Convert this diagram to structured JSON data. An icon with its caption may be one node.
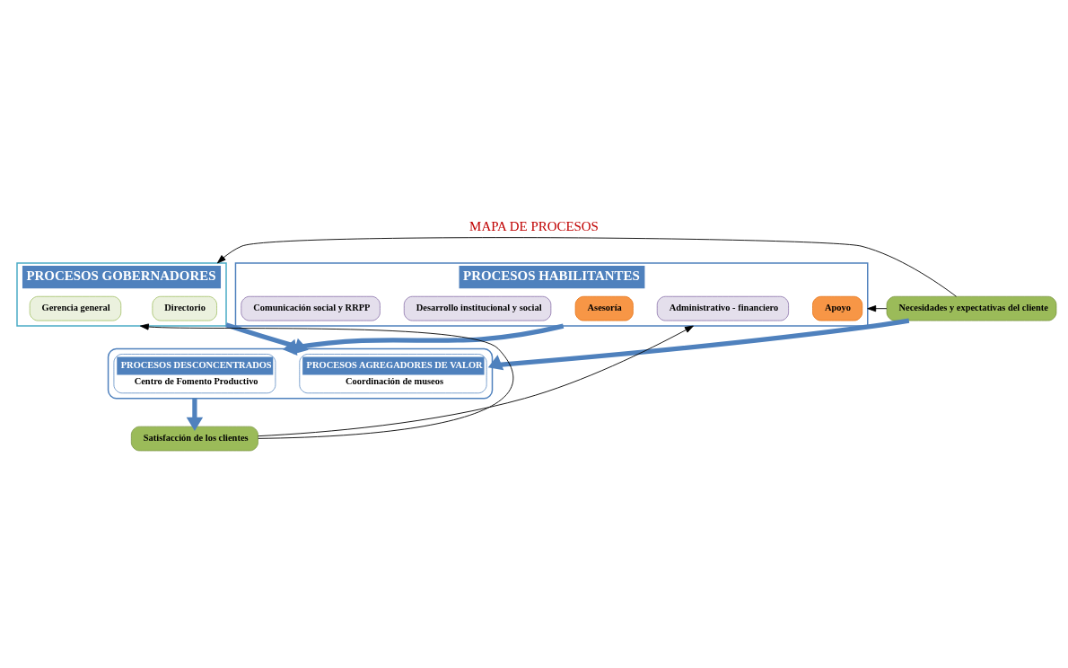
{
  "diagram": {
    "title": "MAPA DE PROCESOS",
    "nodes": [
      {
        "text": [
          "PROCESOS GOBERNADORES"
        ]
      },
      {
        "text": [
          "Directorio"
        ],
        "in": 0
      },
      {
        "text": [
          "Gerencia general"
        ],
        "in": 0
      },
      {
        "text": [],
        "shape": "box"
      },
      {
        "text": [
          "PROCESOS AGREGADORES DE VALOR",
          "Coordinación de museos"
        ],
        "in": 3
      },
      {
        "text": [
          "PROCESOS DESCONCENTRADOS",
          "Centro de Fomento Productivo"
        ],
        "in": 3
      },
      {
        "text": [
          "PROCESOS HABILITANTES"
        ]
      },
      {
        "text": [
          "Apoyo"
        ],
        "in": 6
      },
      {
        "text": [
          "Administrativo - financiero"
        ],
        "in": 6
      },
      {
        "text": [
          "Asesoría"
        ],
        "in": 6
      },
      {
        "text": [
          "Desarrollo institucional y social"
        ],
        "in": 6
      },
      {
        "text": [
          "Comunicación social y RRPP"
        ],
        "in": 6
      },
      {
        "text": [
          "Necesidades y expectativas del cliente"
        ]
      },
      {
        "text": [
          "Satisfacción de los clientes"
        ]
      }
    ],
    "edges": [
      {
        "from": 12,
        "to": 0,
        "arrow": "to",
        "color": "#000000"
      },
      {
        "from": 12,
        "to": 6,
        "arrow": "to",
        "color": "#000000"
      },
      {
        "from": 13,
        "to": 0,
        "arrow": "to",
        "color": "#000000"
      },
      {
        "from": 13,
        "to": 6,
        "arrow": "to",
        "color": "#000000"
      },
      {
        "from": 0,
        "to": 3,
        "arrow": "to",
        "style": "thick",
        "color": "#4f81bd"
      },
      {
        "from": 6,
        "to": 3,
        "arrow": "to",
        "style": "thick",
        "color": "#4f81bd"
      },
      {
        "from": 12,
        "to": 3,
        "arrow": "to",
        "style": "thick",
        "color": "#4f81bd"
      },
      {
        "from": 3,
        "to": 13,
        "arrow": "to",
        "style": "thick",
        "color": "#4f81bd"
      }
    ]
  }
}
